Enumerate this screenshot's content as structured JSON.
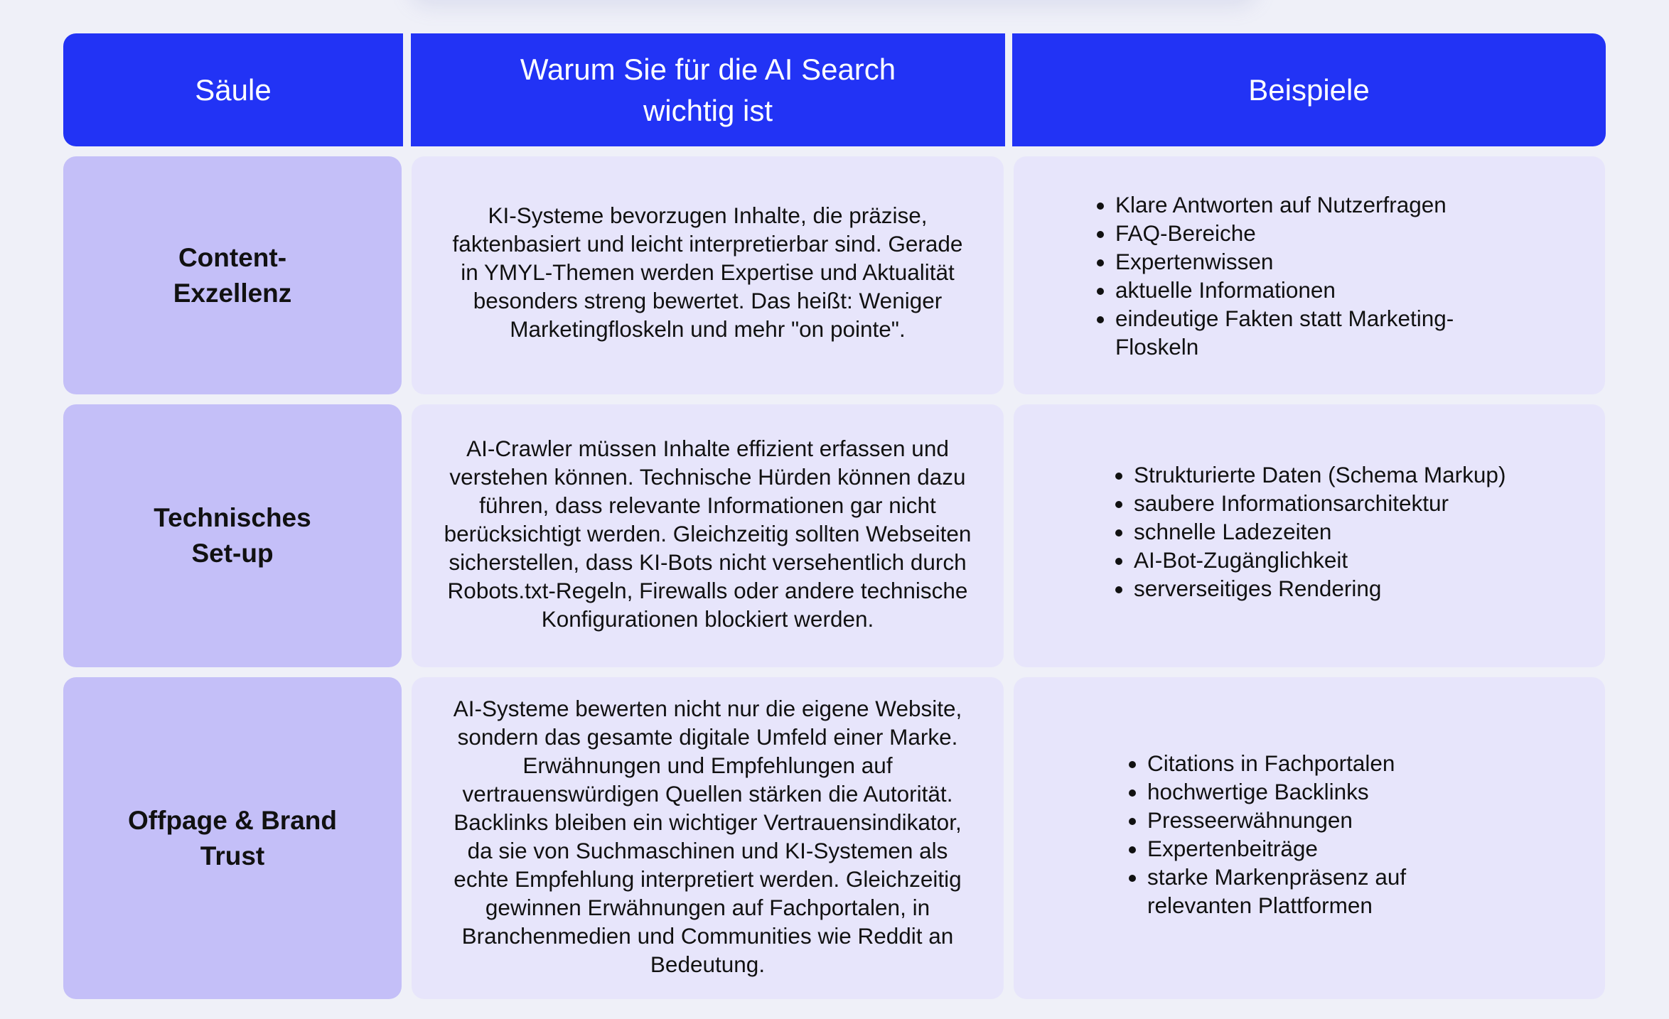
{
  "header": {
    "col1": "Säule",
    "col2_line1": "Warum Sie für die AI Search",
    "col2_line2": "wichtig ist",
    "col3": "Beispiele"
  },
  "rows": [
    {
      "pillar_line1": "Content-",
      "pillar_line2": "Exzellenz",
      "description_lines": [
        "KI-Systeme bevorzugen Inhalte, die präzise,",
        "faktenbasiert und leicht interpretierbar sind. Gerade",
        "in YMYL-Themen werden Expertise und Aktualität",
        "besonders streng bewertet. Das heißt: Weniger",
        "Marketingfloskeln und mehr \"on pointe\"."
      ],
      "examples": [
        "Klare Antworten auf Nutzerfragen",
        "FAQ-Bereiche",
        "Expertenwissen",
        "aktuelle Informationen",
        "eindeutige Fakten statt Marketing-Floskeln"
      ]
    },
    {
      "pillar_line1": "Technisches",
      "pillar_line2": "Set-up",
      "description_lines": [
        "AI-Crawler müssen Inhalte effizient erfassen und",
        "verstehen können. Technische Hürden können dazu",
        "führen, dass relevante Informationen gar nicht",
        "berücksichtigt werden. Gleichzeitig sollten Webseiten",
        "sicherstellen, dass KI-Bots nicht versehentlich durch",
        "Robots.txt-Regeln, Firewalls oder andere technische",
        "Konfigurationen blockiert werden."
      ],
      "examples": [
        "Strukturierte Daten (Schema Markup)",
        "saubere Informationsarchitektur",
        "schnelle Ladezeiten",
        "AI-Bot-Zugänglichkeit",
        "serverseitiges Rendering"
      ]
    },
    {
      "pillar_line1": "Offpage & Brand",
      "pillar_line2": "Trust",
      "description_lines": [
        "AI-Systeme bewerten nicht nur die eigene Website,",
        "sondern das gesamte digitale Umfeld einer Marke.",
        "Erwähnungen und Empfehlungen auf",
        "vertrauenswürdigen Quellen stärken die Autorität.",
        "Backlinks bleiben ein wichtiger Vertrauensindikator,",
        "da sie von Suchmaschinen und KI-Systemen als",
        "echte Empfehlung interpretiert werden. Gleichzeitig",
        "gewinnen Erwähnungen auf Fachportalen, in",
        "Branchenmedien und Communities wie Reddit an",
        "Bedeutung."
      ],
      "examples": [
        "Citations in Fachportalen",
        "hochwertige Backlinks",
        "Presseerwähnungen",
        "Expertenbeiträge",
        "starke Markenpräsenz auf relevanten Plattformen"
      ]
    }
  ],
  "colors": {
    "header_bg": "#2233f5",
    "pillar_bg": "#c4bff8",
    "cell_bg": "#e7e5fb",
    "page_bg": "#eff0f8"
  }
}
